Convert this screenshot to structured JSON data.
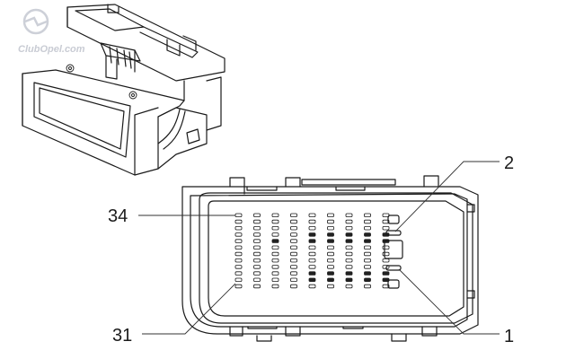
{
  "watermark": {
    "text": "ClubOpel.com",
    "logo_icon": "opel-logo-icon"
  },
  "callouts": [
    {
      "id": "pin-2",
      "label": "2"
    },
    {
      "id": "pin-34",
      "label": "34"
    },
    {
      "id": "pin-31",
      "label": "31"
    },
    {
      "id": "pin-1",
      "label": "1"
    }
  ],
  "connector": {
    "pin_columns": 9,
    "pin_rows": 12
  }
}
